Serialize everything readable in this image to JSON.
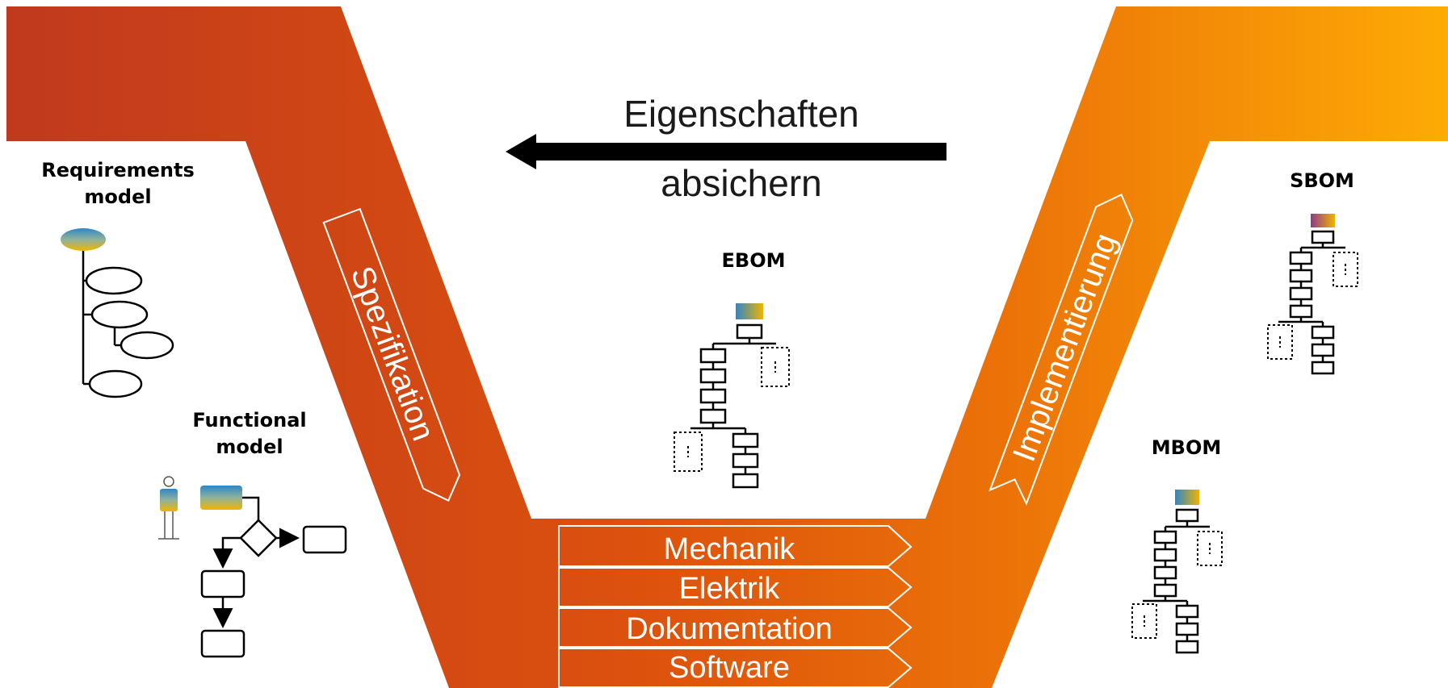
{
  "arrow": {
    "line1": "Eigenschaften",
    "line2": "absichern"
  },
  "left_arm": {
    "banner": "Spezifikation"
  },
  "right_arm": {
    "banner": "Implementierung"
  },
  "disciplines": [
    "Mechanik",
    "Elektrik",
    "Dokumentation",
    "Software"
  ],
  "models": {
    "requirements": {
      "line1": "Requirements",
      "line2": "model"
    },
    "functional": {
      "line1": "Functional",
      "line2": "model"
    },
    "ebom": {
      "label": "EBOM"
    },
    "sbom": {
      "label": "SBOM"
    },
    "mbom": {
      "label": "MBOM"
    }
  },
  "colors": {
    "gradient_start": "#c0391e",
    "gradient_mid": "#e35a0c",
    "gradient_end": "#fdab05",
    "icon_blue": "#2e86c8",
    "icon_yellow": "#f0b400",
    "icon_purple": "#8e3a8c"
  }
}
